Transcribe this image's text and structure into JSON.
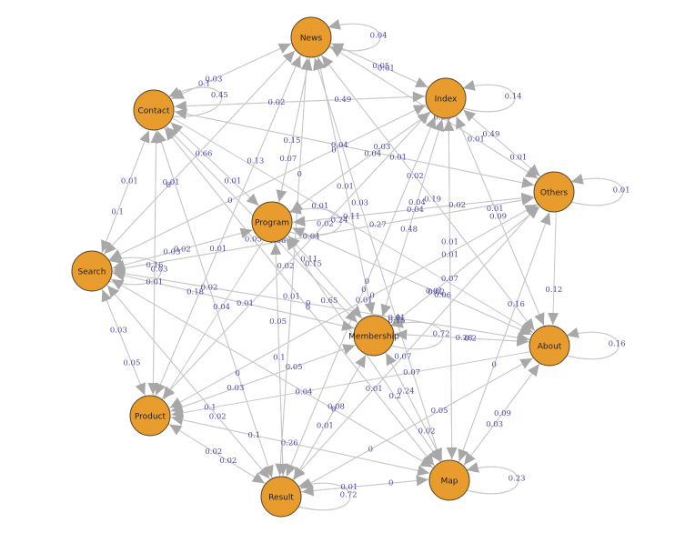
{
  "colors": {
    "node": "#e89c2d",
    "edge": "#c8c8c8",
    "arrow": "#a8a8a8",
    "label": "#4a4aa8"
  },
  "nodes": [
    {
      "id": "news",
      "label": "News"
    },
    {
      "id": "contact",
      "label": "Contact"
    },
    {
      "id": "index",
      "label": "Index"
    },
    {
      "id": "others",
      "label": "Others"
    },
    {
      "id": "program",
      "label": "Program"
    },
    {
      "id": "search",
      "label": "Search"
    },
    {
      "id": "membership",
      "label": "Membership"
    },
    {
      "id": "about",
      "label": "About"
    },
    {
      "id": "product",
      "label": "Product"
    },
    {
      "id": "result",
      "label": "Result"
    },
    {
      "id": "map",
      "label": "Map"
    }
  ],
  "loops": [
    {
      "node": "news",
      "label": "0.04"
    },
    {
      "node": "index",
      "label": "0.14"
    },
    {
      "node": "others",
      "label": "0.01"
    },
    {
      "node": "about",
      "label": "0.16"
    },
    {
      "node": "map",
      "label": "0.23"
    },
    {
      "node": "contact",
      "label": "0.45"
    },
    {
      "node": "search",
      "label": "0.03"
    },
    {
      "node": "program",
      "label": "0.24"
    },
    {
      "node": "membership",
      "label": "0.72"
    },
    {
      "node": "result",
      "label": "0.72"
    }
  ],
  "edges": [
    {
      "from": "contact",
      "to": "news",
      "label": "0.1"
    },
    {
      "from": "news",
      "to": "contact",
      "label": "0.03"
    },
    {
      "from": "news",
      "to": "index",
      "label": "0.01"
    },
    {
      "from": "index",
      "to": "news",
      "label": "0.05"
    },
    {
      "from": "contact",
      "to": "index",
      "label": "0.02"
    },
    {
      "from": "index",
      "to": "contact",
      "label": "0.49"
    },
    {
      "from": "news",
      "to": "program",
      "label": "0.07"
    },
    {
      "from": "news",
      "to": "membership",
      "label": "0.11"
    },
    {
      "from": "news",
      "to": "others",
      "label": "0.06"
    },
    {
      "from": "contact",
      "to": "others",
      "label": "0.04"
    },
    {
      "from": "contact",
      "to": "program",
      "label": "0.66"
    },
    {
      "from": "program",
      "to": "contact",
      "label": "0.01"
    },
    {
      "from": "contact",
      "to": "search",
      "label": "0.1"
    },
    {
      "from": "search",
      "to": "contact",
      "label": "0.01"
    },
    {
      "from": "contact",
      "to": "product",
      "label": "0.16"
    },
    {
      "from": "product",
      "to": "contact",
      "label": "0.01"
    },
    {
      "from": "index",
      "to": "program",
      "label": "0.03"
    },
    {
      "from": "index",
      "to": "others",
      "label": "0.01"
    },
    {
      "from": "others",
      "to": "index",
      "label": "0.49"
    },
    {
      "from": "index",
      "to": "membership",
      "label": "0.48"
    },
    {
      "from": "index",
      "to": "about",
      "label": "0.09"
    },
    {
      "from": "index",
      "to": "map",
      "label": "0.01"
    },
    {
      "from": "others",
      "to": "program",
      "label": "0.02"
    },
    {
      "from": "others",
      "to": "about",
      "label": "0.12"
    },
    {
      "from": "others",
      "to": "membership",
      "label": "0.07"
    },
    {
      "from": "others",
      "to": "search",
      "label": "0.04"
    },
    {
      "from": "others",
      "to": "product",
      "label": "0"
    },
    {
      "from": "others",
      "to": "map",
      "label": "0.16"
    },
    {
      "from": "program",
      "to": "membership",
      "label": "0.11"
    },
    {
      "from": "membership",
      "to": "program",
      "label": "0.15"
    },
    {
      "from": "program",
      "to": "search",
      "label": "0.03"
    },
    {
      "from": "search",
      "to": "program",
      "label": "0.02"
    },
    {
      "from": "program",
      "to": "product",
      "label": "0.04"
    },
    {
      "from": "program",
      "to": "result",
      "label": "0.05"
    },
    {
      "from": "program",
      "to": "map",
      "label": "0.2"
    },
    {
      "from": "program",
      "to": "about",
      "label": "0.06"
    },
    {
      "from": "search",
      "to": "membership",
      "label": "0.01"
    },
    {
      "from": "search",
      "to": "about",
      "label": "0"
    },
    {
      "from": "search",
      "to": "product",
      "label": "0.03"
    },
    {
      "from": "product",
      "to": "search",
      "label": "0.05"
    },
    {
      "from": "search",
      "to": "result",
      "label": "0.02"
    },
    {
      "from": "search",
      "to": "map",
      "label": "0.04"
    },
    {
      "from": "membership",
      "to": "about",
      "label": "0.28"
    },
    {
      "from": "about",
      "to": "membership",
      "label": "0.2"
    },
    {
      "from": "membership",
      "to": "map",
      "label": "0.24"
    },
    {
      "from": "map",
      "to": "membership",
      "label": "0.02"
    },
    {
      "from": "membership",
      "to": "product",
      "label": "0.03"
    },
    {
      "from": "membership",
      "to": "result",
      "label": "0.01"
    },
    {
      "from": "about",
      "to": "map",
      "label": "0.09"
    },
    {
      "from": "map",
      "to": "about",
      "label": "0.03"
    },
    {
      "from": "about",
      "to": "product",
      "label": "0.07"
    },
    {
      "from": "about",
      "to": "result",
      "label": "0"
    },
    {
      "from": "product",
      "to": "result",
      "label": "0.02"
    },
    {
      "from": "result",
      "to": "product",
      "label": "0.02"
    },
    {
      "from": "product",
      "to": "map",
      "label": "0.26"
    },
    {
      "from": "result",
      "to": "map",
      "label": "0.01"
    },
    {
      "from": "map",
      "to": "result",
      "label": "0"
    },
    {
      "from": "product",
      "to": "membership",
      "label": "0.05"
    },
    {
      "from": "result",
      "to": "membership",
      "label": "0.08"
    },
    {
      "from": "result",
      "to": "program",
      "label": "0.1"
    },
    {
      "from": "result",
      "to": "news",
      "label": "0.01"
    },
    {
      "from": "map",
      "to": "news",
      "label": "0.15"
    },
    {
      "from": "map",
      "to": "program",
      "label": "0.65"
    },
    {
      "from": "map",
      "to": "index",
      "label": "0.01"
    },
    {
      "from": "about",
      "to": "index",
      "label": "0.01"
    },
    {
      "from": "about",
      "to": "news",
      "label": "0.19"
    },
    {
      "from": "about",
      "to": "program",
      "label": "0.02"
    },
    {
      "from": "about",
      "to": "search",
      "label": "0.01"
    },
    {
      "from": "product",
      "to": "news",
      "label": "0.13"
    },
    {
      "from": "product",
      "to": "index",
      "label": "0.02"
    },
    {
      "from": "product",
      "to": "others",
      "label": "0.01"
    },
    {
      "from": "result",
      "to": "others",
      "label": "0.07"
    },
    {
      "from": "result",
      "to": "search",
      "label": "0.1"
    },
    {
      "from": "membership",
      "to": "others",
      "label": "0.01"
    },
    {
      "from": "membership",
      "to": "search",
      "label": "0.18"
    },
    {
      "from": "membership",
      "to": "index",
      "label": "0.04"
    },
    {
      "from": "membership",
      "to": "news",
      "label": "0.01"
    },
    {
      "from": "membership",
      "to": "contact",
      "label": "0.08"
    },
    {
      "from": "search",
      "to": "news",
      "label": "0"
    },
    {
      "from": "search",
      "to": "index",
      "label": "0"
    },
    {
      "from": "search",
      "to": "others",
      "label": "0.27"
    },
    {
      "from": "result",
      "to": "contact",
      "label": "0.02"
    },
    {
      "from": "map",
      "to": "contact",
      "label": "0"
    },
    {
      "from": "map",
      "to": "others",
      "label": "0"
    },
    {
      "from": "map",
      "to": "search",
      "label": "0"
    },
    {
      "from": "map",
      "to": "product",
      "label": "0.1"
    },
    {
      "from": "result",
      "to": "about",
      "label": "0.05"
    },
    {
      "from": "result",
      "to": "index",
      "label": "0"
    },
    {
      "from": "news",
      "to": "about",
      "label": "0.02"
    },
    {
      "from": "news",
      "to": "map",
      "label": "0.03"
    },
    {
      "from": "news",
      "to": "result",
      "label": "0"
    },
    {
      "from": "news",
      "to": "search",
      "label": "0.01"
    },
    {
      "from": "news",
      "to": "product",
      "label": "0.01"
    },
    {
      "from": "contact",
      "to": "membership",
      "label": "0.01"
    },
    {
      "from": "contact",
      "to": "about",
      "label": "0.01"
    },
    {
      "from": "contact",
      "to": "map",
      "label": "0.05"
    },
    {
      "from": "contact",
      "to": "result",
      "label": "0"
    },
    {
      "from": "index",
      "to": "search",
      "label": "0"
    },
    {
      "from": "index",
      "to": "product",
      "label": "0.02"
    },
    {
      "from": "index",
      "to": "result",
      "label": "0"
    },
    {
      "from": "others",
      "to": "contact",
      "label": "0.01"
    },
    {
      "from": "others",
      "to": "news",
      "label": "0.01"
    },
    {
      "from": "others",
      "to": "result",
      "label": "0.01"
    },
    {
      "from": "program",
      "to": "index",
      "label": "0.04"
    },
    {
      "from": "program",
      "to": "others",
      "label": "0.04"
    },
    {
      "from": "program",
      "to": "news",
      "label": "0.15"
    }
  ]
}
